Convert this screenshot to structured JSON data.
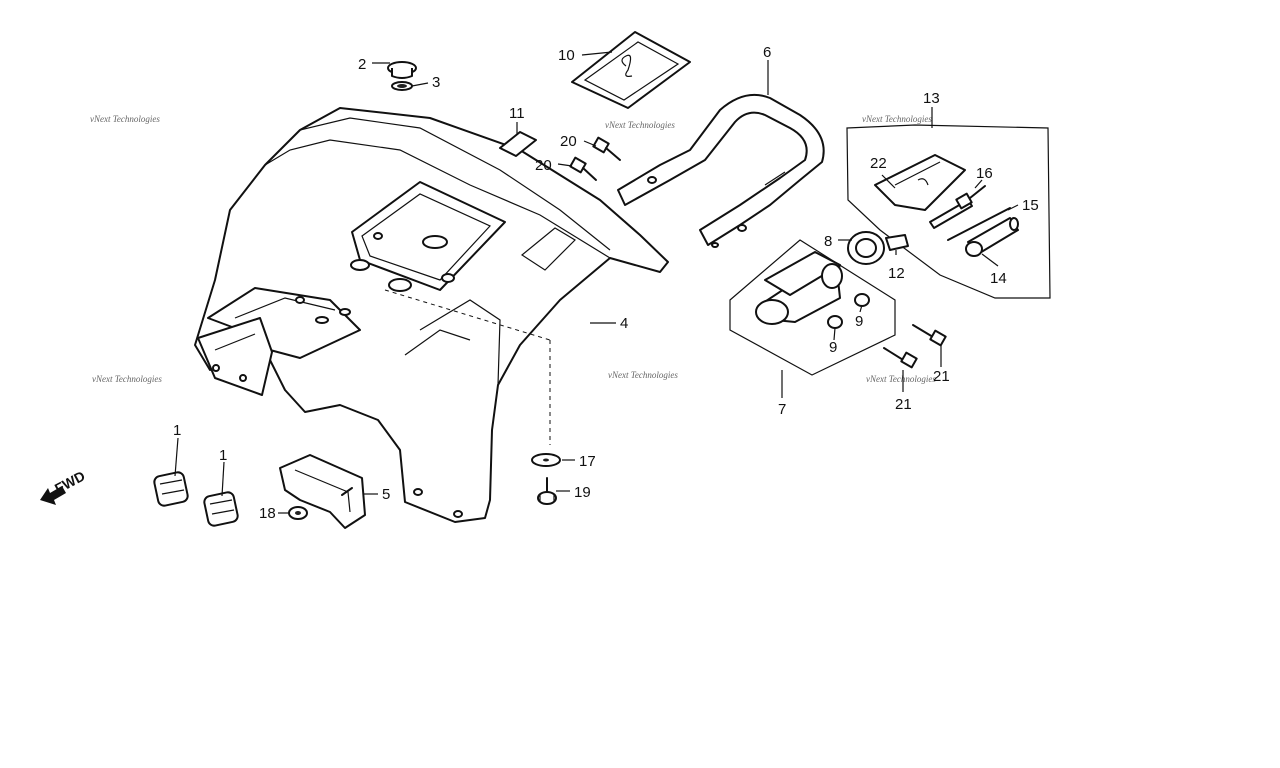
{
  "diagram": {
    "fwd_label": "FWD",
    "watermark": "vNext Technologies",
    "callouts": {
      "c1a": "1",
      "c1b": "1",
      "c2": "2",
      "c3": "3",
      "c4": "4",
      "c5": "5",
      "c6": "6",
      "c7": "7",
      "c8": "8",
      "c9a": "9",
      "c9b": "9",
      "c10": "10",
      "c11": "11",
      "c12": "12",
      "c13": "13",
      "c14": "14",
      "c15": "15",
      "c16": "16",
      "c17": "17",
      "c18": "18",
      "c19": "19",
      "c20a": "20",
      "c20b": "20",
      "c21a": "21",
      "c21b": "21",
      "c22": "22"
    }
  }
}
